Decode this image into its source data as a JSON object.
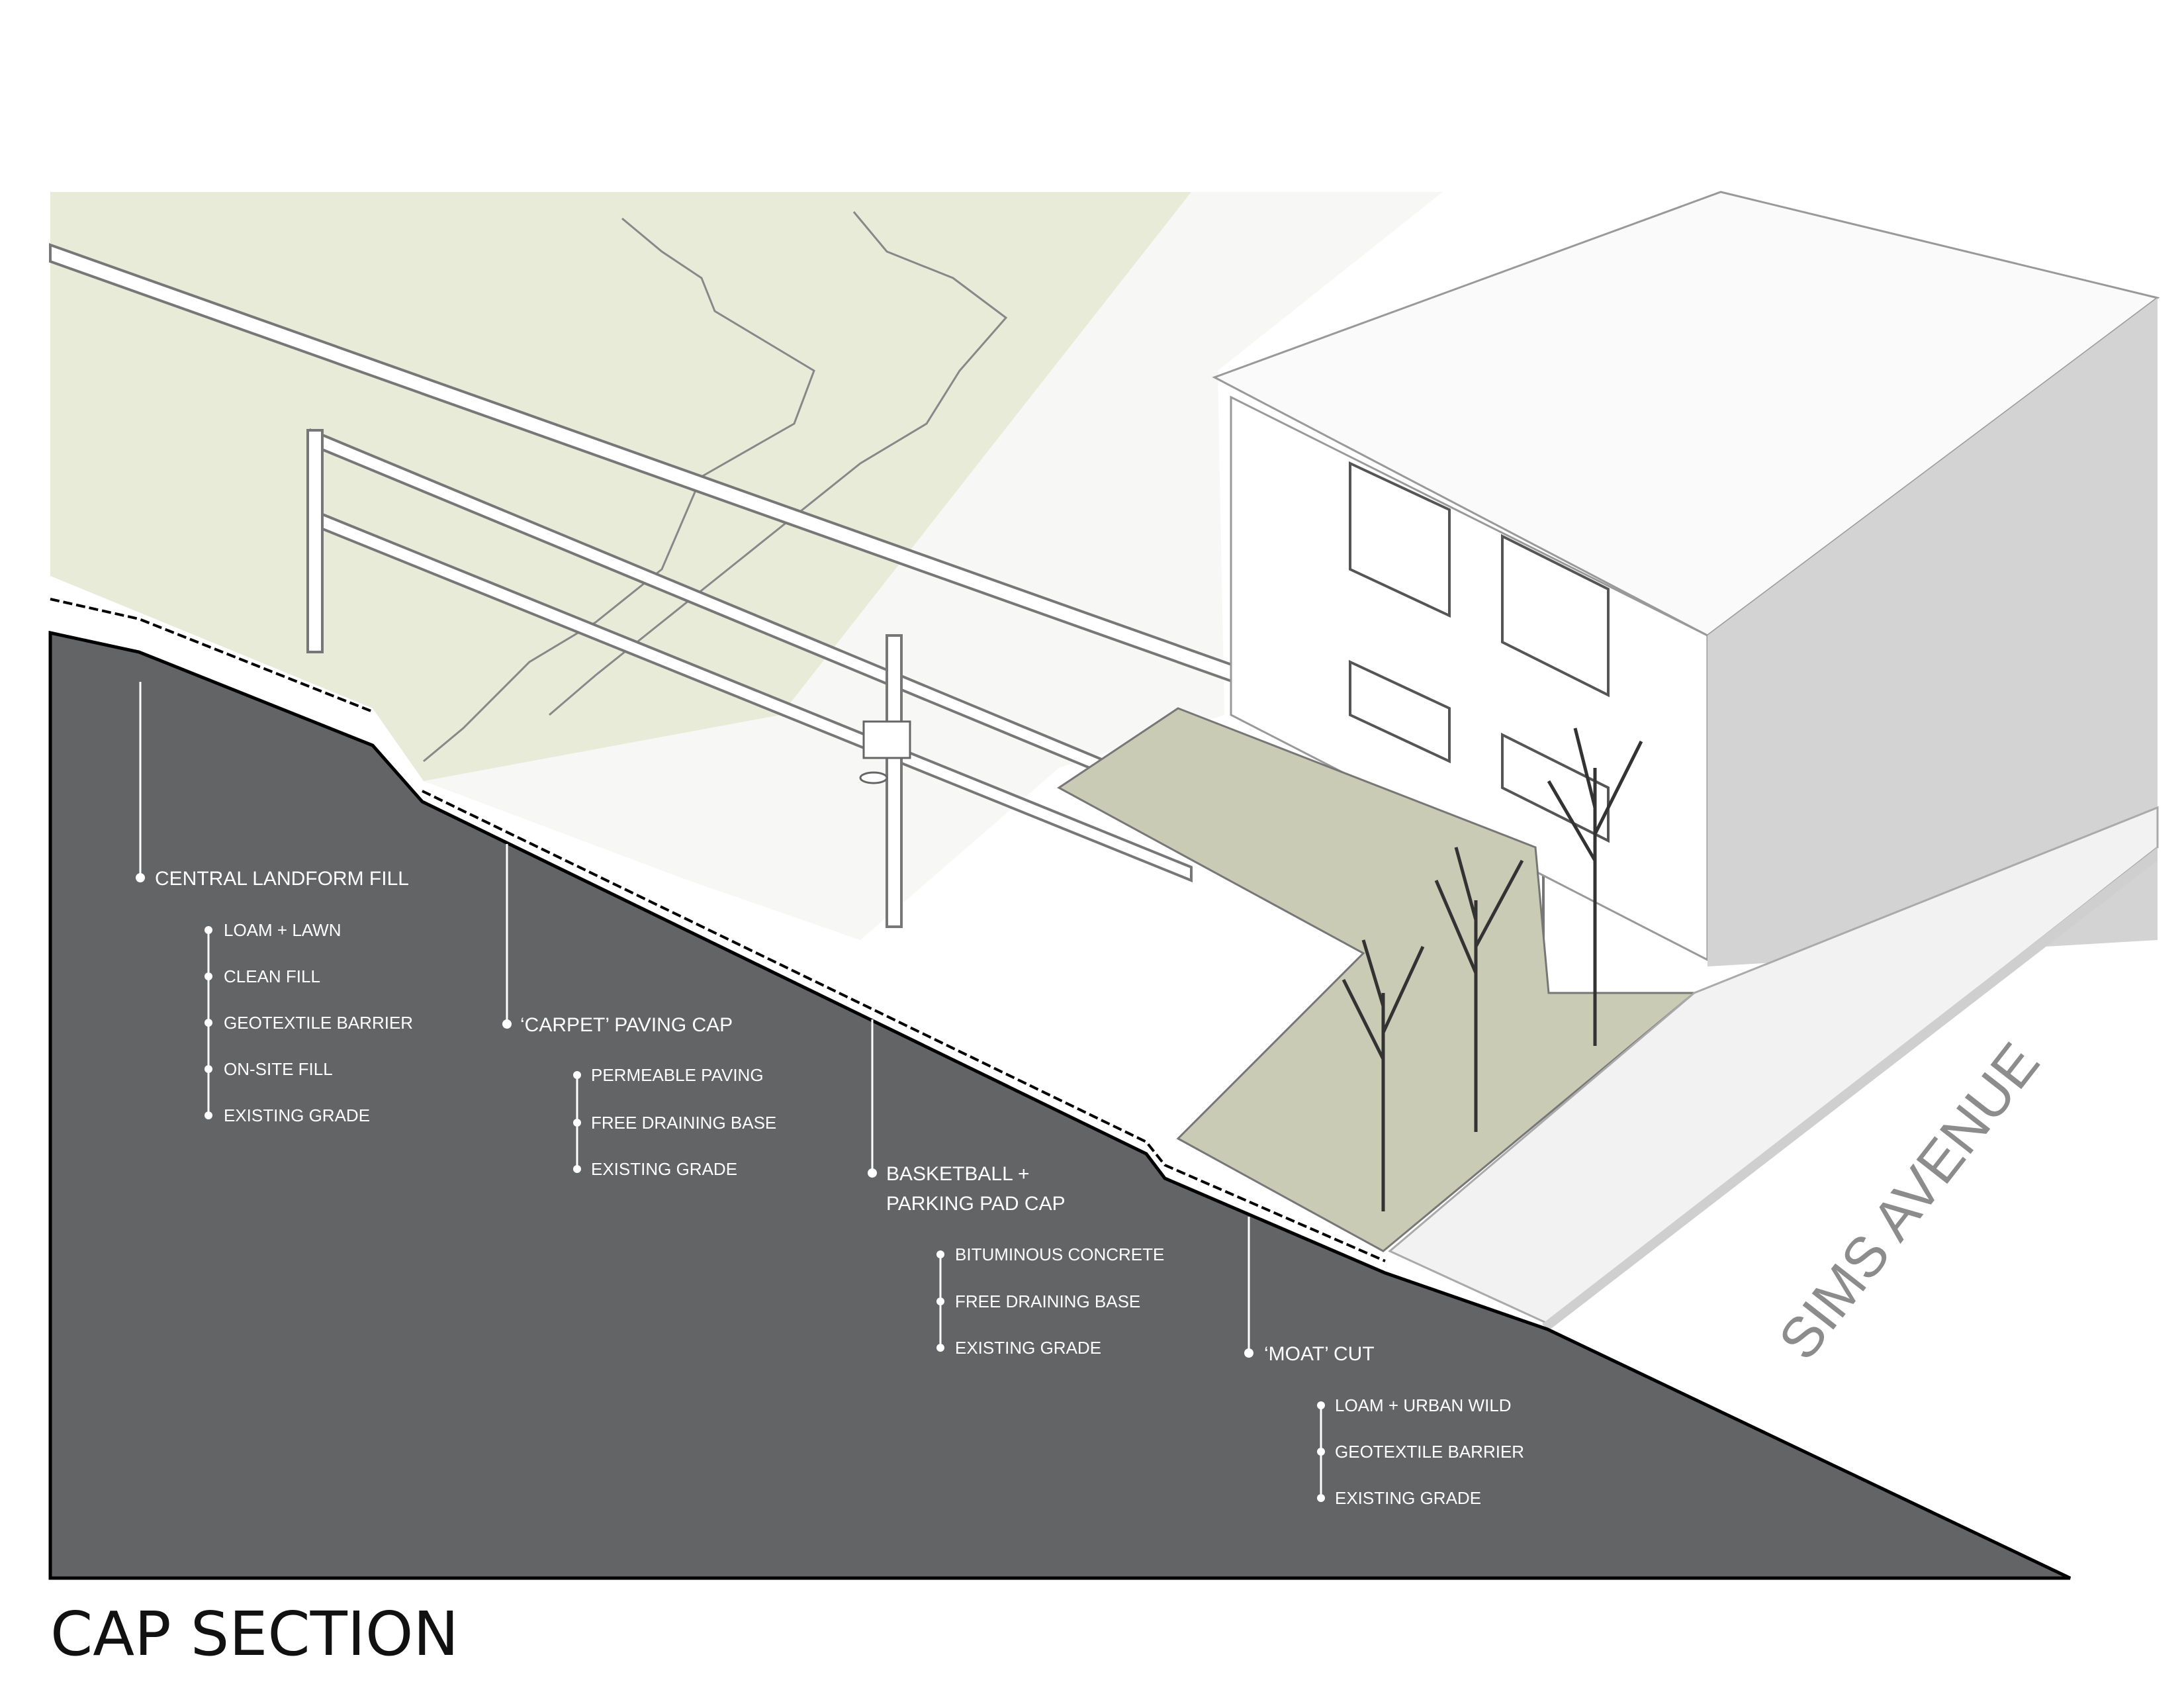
{
  "title": "CAP SECTION",
  "street_label": "SIMS AVENUE",
  "colors": {
    "section_fill": "#636466",
    "lawn": "#e9ebd9",
    "facade_shade": "#d3d3d3",
    "planting": "#c9cbb5"
  },
  "labels": [
    {
      "heading": "CENTRAL LANDFORM FILL",
      "items": [
        "LOAM + LAWN",
        "CLEAN FILL",
        "GEOTEXTILE BARRIER",
        "ON-SITE FILL",
        "EXISTING GRADE"
      ]
    },
    {
      "heading": "‘CARPET’ PAVING CAP",
      "items": [
        "PERMEABLE PAVING",
        "FREE DRAINING BASE",
        "EXISTING GRADE"
      ]
    },
    {
      "heading": "BASKETBALL +",
      "heading2": "PARKING PAD CAP",
      "items": [
        "BITUMINOUS CONCRETE",
        "FREE DRAINING BASE",
        "EXISTING GRADE"
      ]
    },
    {
      "heading": "‘MOAT’ CUT",
      "items": [
        "LOAM + URBAN WILD",
        "GEOTEXTILE BARRIER",
        "EXISTING GRADE"
      ]
    }
  ]
}
